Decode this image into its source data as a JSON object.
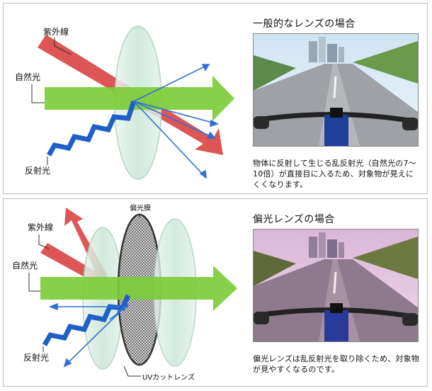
{
  "top": {
    "title": "一般的なレンズの場合",
    "labels": {
      "uv": "紫外線",
      "natural": "自然光",
      "reflected": "反射光"
    },
    "caption": "物体に反射して生じる乱反射光（自然光の7〜10倍）が直接目に入るため、対象物が見えにくくなります。"
  },
  "bottom": {
    "title": "偏光レンズの場合",
    "labels": {
      "uv": "紫外線",
      "natural": "自然光",
      "reflected": "反射光",
      "polarizing_film": "偏光膜",
      "uv_cut_lens": "UVカットレンズ"
    },
    "caption": "偏光レンズは乱反射光を取り除くため、対象物が見やすくなるのです。"
  },
  "colors": {
    "uv": "#d94242",
    "natural": "#7dcc3a",
    "reflected": "#1f5fc8",
    "lens": "#d8efe2"
  }
}
